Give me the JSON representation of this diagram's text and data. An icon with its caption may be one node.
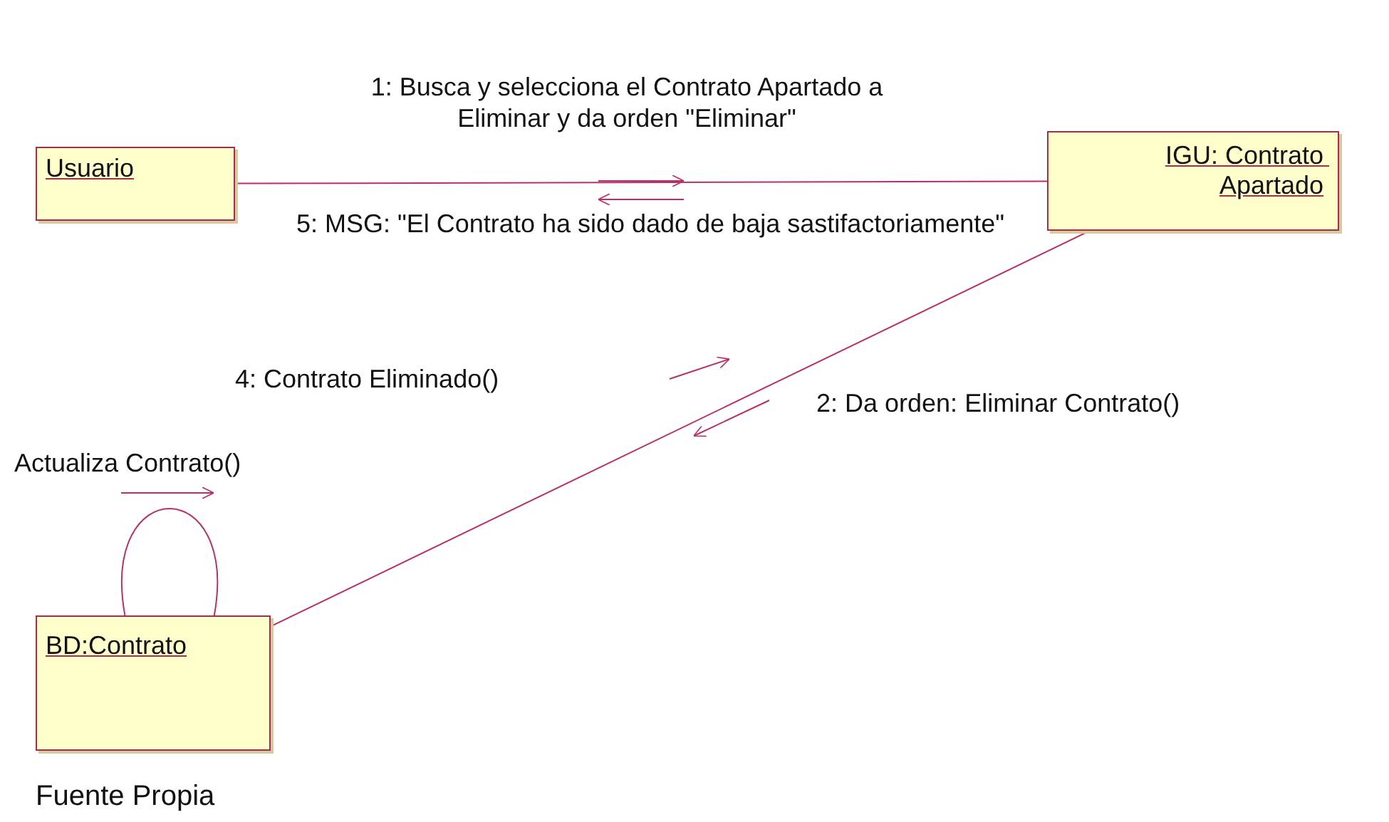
{
  "diagram": {
    "caption": "Fuente Propia",
    "nodes": [
      {
        "text": [
          "Usuario"
        ]
      },
      {
        "text": [
          "IGU: Contrato Apartado"
        ]
      },
      {
        "text": [
          "BD:Contrato"
        ]
      }
    ],
    "edges": [
      {
        "from": 0,
        "to": 1,
        "arrow": "none",
        "label": "1: Busca y selecciona el Contrato Apartado a Eliminar  y da orden \"Eliminar\""
      },
      {
        "from": 1,
        "to": 2,
        "arrow": "none",
        "label": "2: Da orden: Eliminar Contrato()"
      },
      {
        "from": 2,
        "to": 2,
        "arrow": "none",
        "label": "Actualiza Contrato()"
      }
    ],
    "labels": [
      "5: MSG: \"El Contrato ha sido dado de baja sastifactoriamente\"",
      "4:  Contrato Eliminado()"
    ]
  }
}
